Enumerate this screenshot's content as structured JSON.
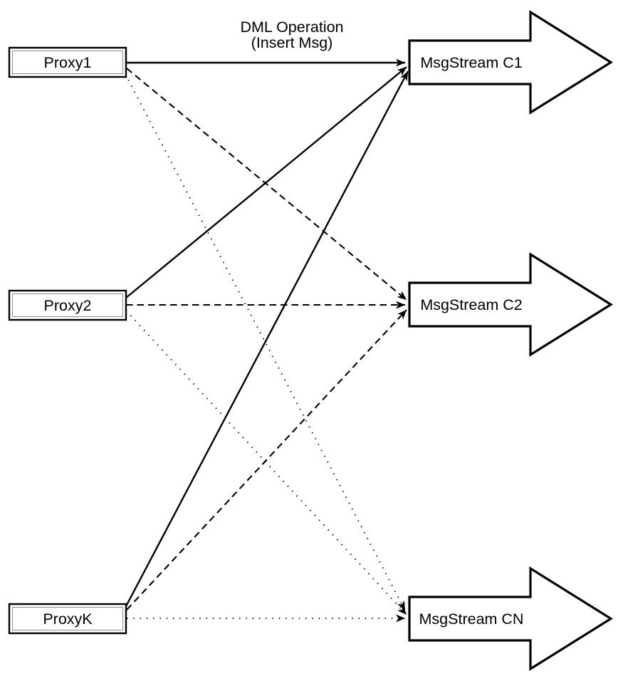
{
  "diagram": {
    "colors": {
      "background": "#ffffff",
      "ink": "#000000",
      "inner_border": "#8c8c8c"
    },
    "title": {
      "line1": "DML Operation",
      "line2": "(Insert Msg)"
    },
    "proxies": [
      {
        "id": "proxy1",
        "label": "Proxy1"
      },
      {
        "id": "proxy2",
        "label": "Proxy2"
      },
      {
        "id": "proxyK",
        "label": "ProxyK"
      }
    ],
    "streams": [
      {
        "id": "c1",
        "label": "MsgStream C1"
      },
      {
        "id": "c2",
        "label": "MsgStream C2"
      },
      {
        "id": "cn",
        "label": "MsgStream CN"
      }
    ],
    "edges": [
      {
        "from": "Proxy1",
        "to": "MsgStream C1",
        "style": "solid"
      },
      {
        "from": "Proxy2",
        "to": "MsgStream C1",
        "style": "solid"
      },
      {
        "from": "ProxyK",
        "to": "MsgStream C1",
        "style": "solid"
      },
      {
        "from": "Proxy1",
        "to": "MsgStream C2",
        "style": "dashed"
      },
      {
        "from": "Proxy2",
        "to": "MsgStream C2",
        "style": "dashed"
      },
      {
        "from": "ProxyK",
        "to": "MsgStream C2",
        "style": "dashed"
      },
      {
        "from": "Proxy1",
        "to": "MsgStream CN",
        "style": "dotted"
      },
      {
        "from": "Proxy2",
        "to": "MsgStream CN",
        "style": "dotted"
      },
      {
        "from": "ProxyK",
        "to": "MsgStream CN",
        "style": "dotted"
      }
    ]
  }
}
